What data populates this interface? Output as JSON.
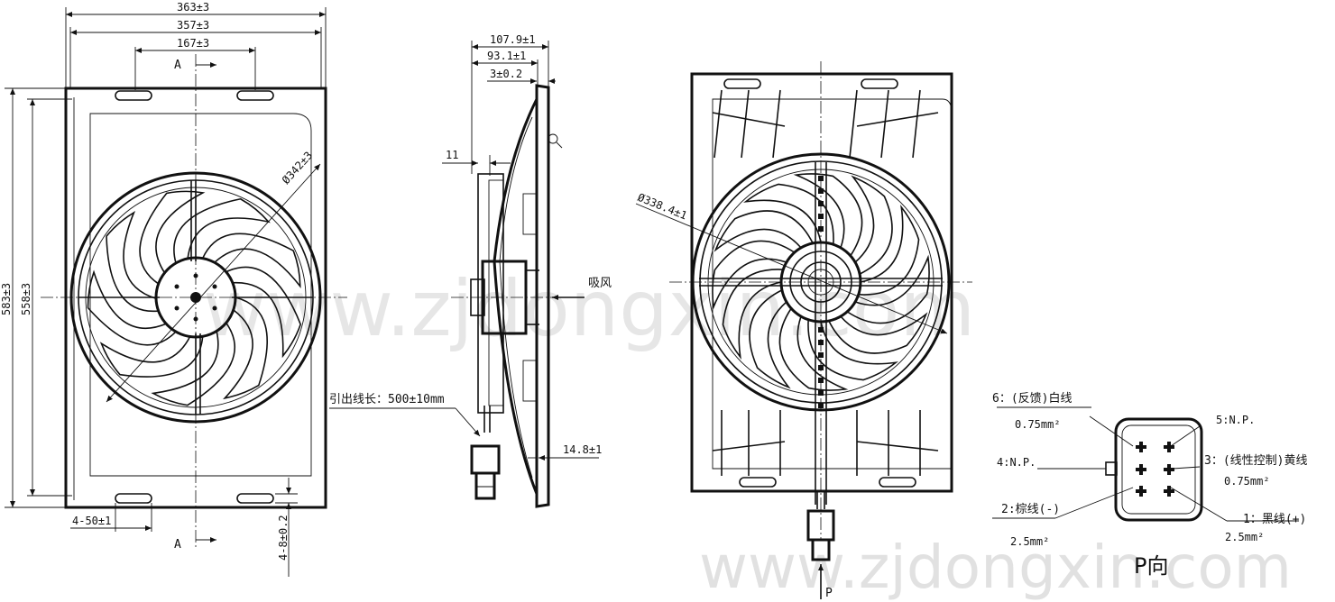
{
  "watermarks": {
    "center": "www.zjdongxin.com",
    "bottom": "www.zjdongxin.com"
  },
  "front_view": {
    "dim_width_outer": "363±3",
    "dim_width_inner": "357±3",
    "dim_slot_spacing": "167±3",
    "dim_height_outer": "583±3",
    "dim_height_inner": "558±3",
    "dim_diameter": "Ø342±3",
    "dim_slots": "4-50±1",
    "dim_holes": "4-8±0.2",
    "section_mark_top": "A",
    "section_mark_bottom": "A"
  },
  "side_view": {
    "dim_depth_total": "107.9±1",
    "dim_depth_motor": "93.1±1",
    "dim_flange": "3±0.2",
    "dim_offset": "11",
    "dim_bracket": "14.8±1",
    "airflow_label": "吸风",
    "lead_length_label": "引出线长：500±10mm"
  },
  "rear_view": {
    "dim_diameter": "Ø338.4±1",
    "view_arrow_label": "P"
  },
  "connector": {
    "title": "P向",
    "pin6_label": "6：(反馈)白线",
    "pin6_size": "0.75mm²",
    "pin5_label": "5:N.P.",
    "pin4_label": "4:N.P.",
    "pin3_label": "3：(线性控制)黄线",
    "pin3_size": "0.75mm²",
    "pin2_label": "2:棕线(-)",
    "pin2_size": "2.5mm²",
    "pin1_label": "1：黑线(+)",
    "pin1_size": "2.5mm²"
  }
}
